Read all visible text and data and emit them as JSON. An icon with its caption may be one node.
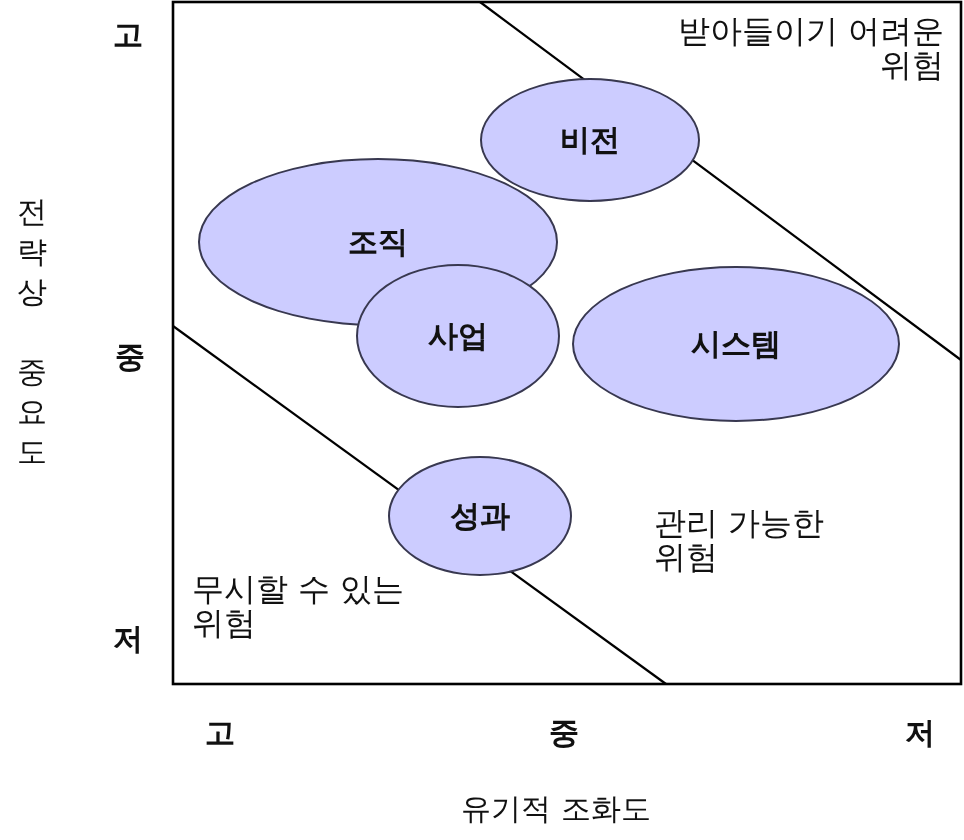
{
  "diagram": {
    "nodes": [
      {
        "text": [
          "비전"
        ]
      },
      {
        "text": [
          "조직"
        ]
      },
      {
        "text": [
          "사업"
        ]
      },
      {
        "text": [
          "시스템"
        ]
      },
      {
        "text": [
          "성과"
        ]
      }
    ],
    "labels": [
      "고",
      "받아들이기 어려운 위험",
      "전략상 중요도",
      "중",
      "관리 가능한 위험",
      "무시할 수 있는 위험",
      "저",
      "고",
      "중",
      "저",
      "유기적 조화도"
    ]
  }
}
